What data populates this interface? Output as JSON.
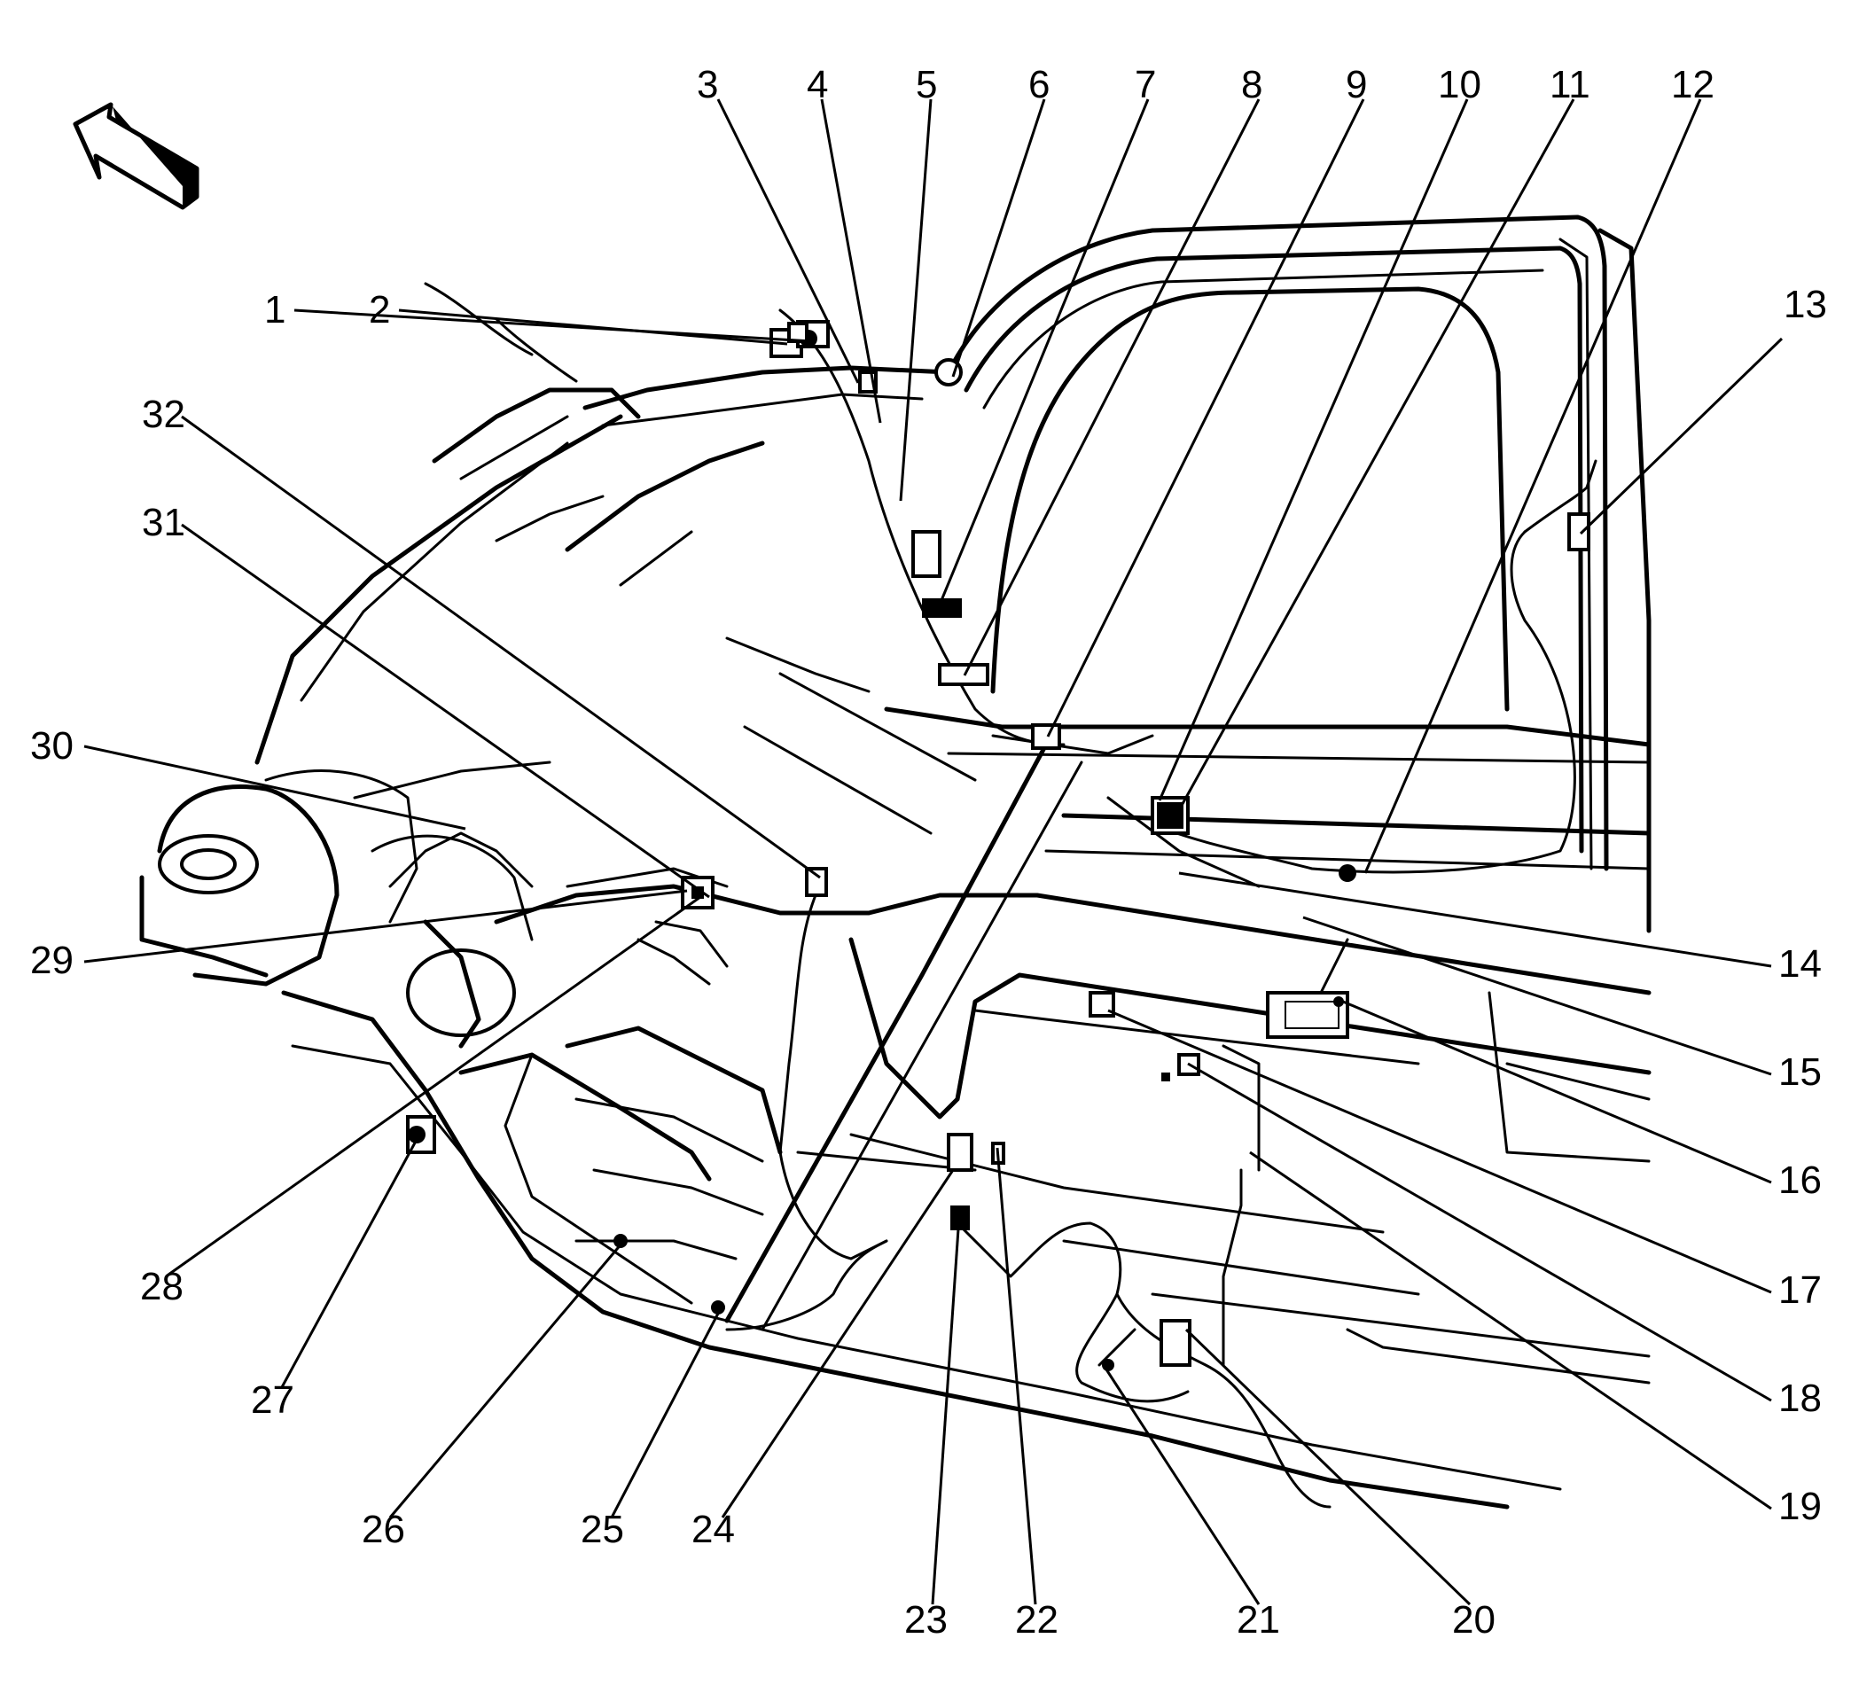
{
  "diagram": {
    "orientation_arrow_icon": "front-direction-arrow-icon",
    "callouts": [
      {
        "id": "1",
        "label": "1"
      },
      {
        "id": "2",
        "label": "2"
      },
      {
        "id": "3",
        "label": "3"
      },
      {
        "id": "4",
        "label": "4"
      },
      {
        "id": "5",
        "label": "5"
      },
      {
        "id": "6",
        "label": "6"
      },
      {
        "id": "7",
        "label": "7"
      },
      {
        "id": "8",
        "label": "8"
      },
      {
        "id": "9",
        "label": "9"
      },
      {
        "id": "10",
        "label": "10"
      },
      {
        "id": "11",
        "label": "11"
      },
      {
        "id": "12",
        "label": "12"
      },
      {
        "id": "13",
        "label": "13"
      },
      {
        "id": "14",
        "label": "14"
      },
      {
        "id": "15",
        "label": "15"
      },
      {
        "id": "16",
        "label": "16"
      },
      {
        "id": "17",
        "label": "17"
      },
      {
        "id": "18",
        "label": "18"
      },
      {
        "id": "19",
        "label": "19"
      },
      {
        "id": "20",
        "label": "20"
      },
      {
        "id": "21",
        "label": "21"
      },
      {
        "id": "22",
        "label": "22"
      },
      {
        "id": "23",
        "label": "23"
      },
      {
        "id": "24",
        "label": "24"
      },
      {
        "id": "25",
        "label": "25"
      },
      {
        "id": "26",
        "label": "26"
      },
      {
        "id": "27",
        "label": "27"
      },
      {
        "id": "28",
        "label": "28"
      },
      {
        "id": "29",
        "label": "29"
      },
      {
        "id": "30",
        "label": "30"
      },
      {
        "id": "31",
        "label": "31"
      },
      {
        "id": "32",
        "label": "32"
      }
    ]
  }
}
